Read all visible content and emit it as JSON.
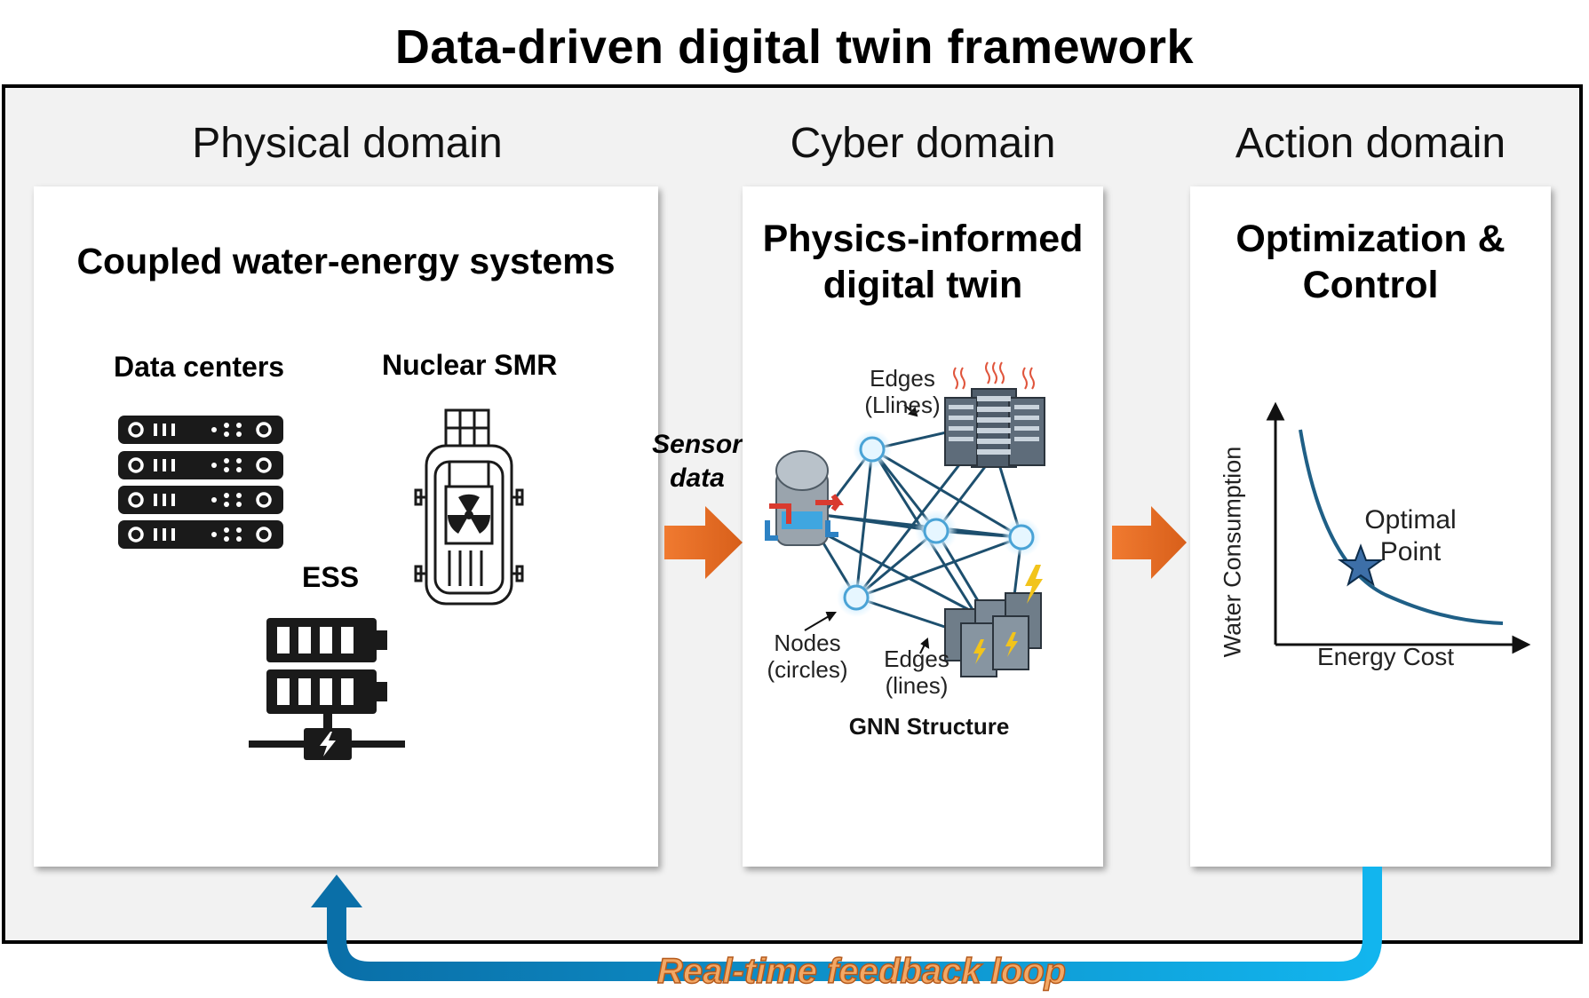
{
  "title": "Data-driven digital twin framework",
  "domains": {
    "physical": "Physical domain",
    "cyber": "Cyber domain",
    "action": "Action domain"
  },
  "physical_panel": {
    "title": "Coupled water-energy systems",
    "data_centers": "Data centers",
    "nuclear_smr": "Nuclear SMR",
    "ess": "ESS"
  },
  "sensor_label": {
    "line1": "Sensor",
    "line2": "data"
  },
  "cyber_panel": {
    "title_line1": "Physics-informed",
    "title_line2": "digital twin",
    "edges_top_1": "Edges",
    "edges_top_2": "(Llines)",
    "nodes_1": "Nodes",
    "nodes_2": "(circles)",
    "edges_bottom_1": "Edges",
    "edges_bottom_2": "(lines)",
    "caption": "GNN Structure"
  },
  "action_panel": {
    "title_line1": "Optimization &",
    "title_line2": "Control",
    "ylabel": "Water Consumption",
    "xlabel": "Energy Cost",
    "point_line1": "Optimal",
    "point_line2": "Point"
  },
  "feedback_label": "Real-time feedback loop",
  "colors": {
    "orange_arrow": "#e8702a",
    "feedback_blue_dark": "#0a6fa8",
    "feedback_blue_light": "#12b5ee",
    "curve_blue": "#1f5f86",
    "node_glow": "#bfe6fb"
  }
}
